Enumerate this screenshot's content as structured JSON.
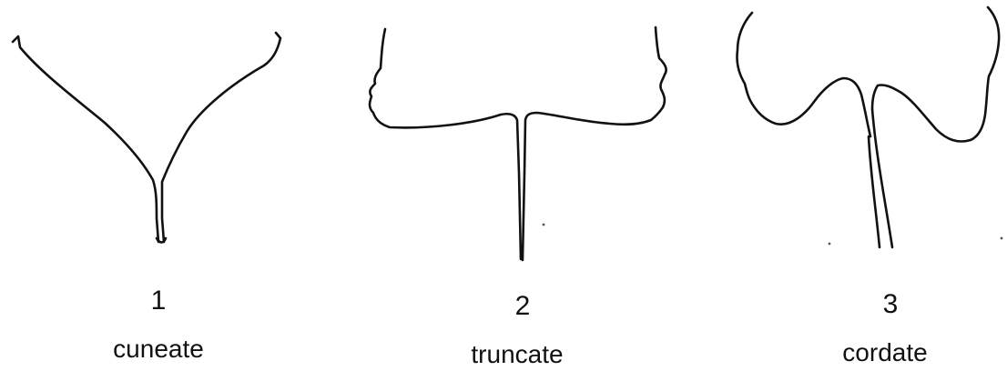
{
  "panels": [
    {
      "number": "1",
      "name": "cuneate"
    },
    {
      "number": "2",
      "name": "truncate"
    },
    {
      "number": "3",
      "name": "cordate"
    }
  ]
}
